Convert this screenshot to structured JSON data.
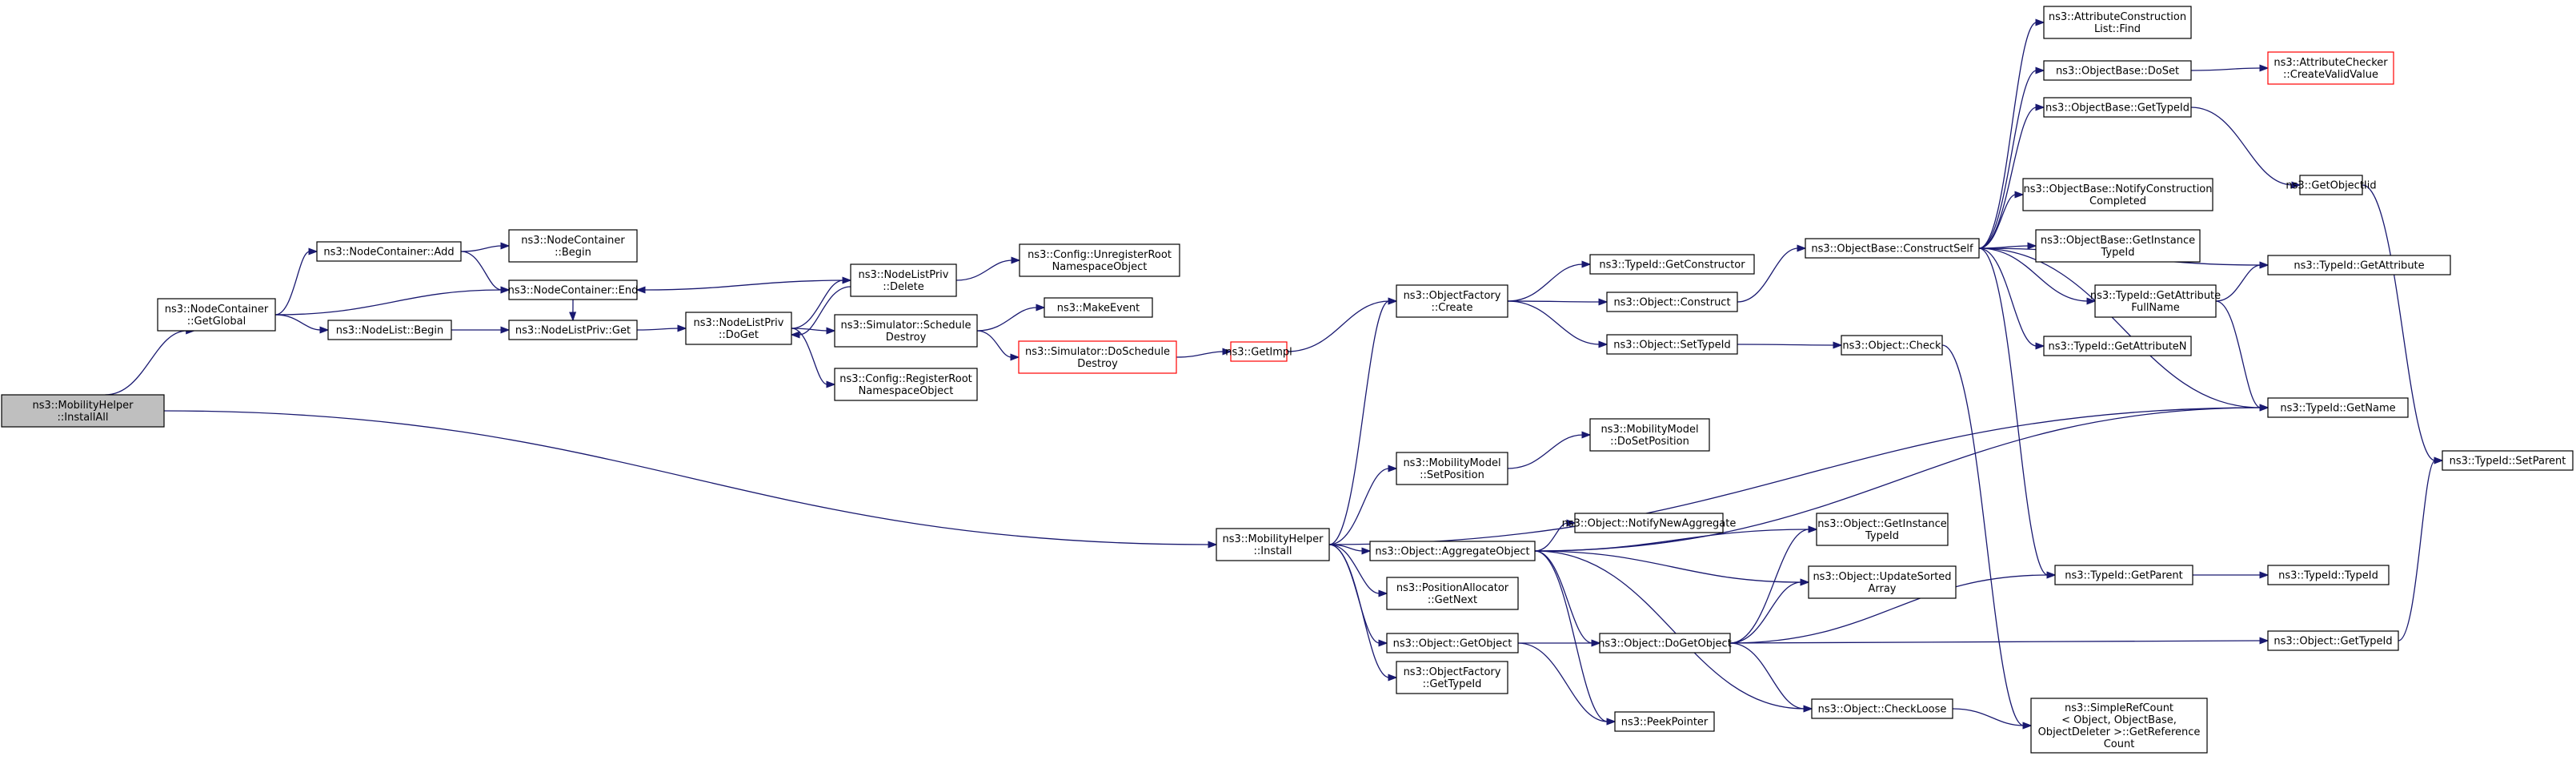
{
  "colors": {
    "edge": "#191970",
    "root_fill": "#bfbfbf",
    "truncated_border": "#ff0000",
    "border": "#000000"
  },
  "nodes": [
    {
      "id": "n0",
      "lines": [
        "ns3::MobilityHelper",
        "::InstallAll"
      ],
      "root": true
    },
    {
      "id": "n1",
      "lines": [
        "ns3::NodeContainer",
        "::GetGlobal"
      ]
    },
    {
      "id": "n2",
      "lines": [
        "ns3::NodeContainer::Add"
      ]
    },
    {
      "id": "n3",
      "lines": [
        "ns3::NodeContainer",
        "::Begin"
      ]
    },
    {
      "id": "n4",
      "lines": [
        "ns3::NodeContainer::End"
      ]
    },
    {
      "id": "n5",
      "lines": [
        "ns3::NodeList::Begin"
      ]
    },
    {
      "id": "n6",
      "lines": [
        "ns3::NodeListPriv::Get"
      ]
    },
    {
      "id": "n7",
      "lines": [
        "ns3::NodeListPriv",
        "::DoGet"
      ]
    },
    {
      "id": "n8",
      "lines": [
        "ns3::NodeListPriv",
        "::Delete"
      ]
    },
    {
      "id": "n9",
      "lines": [
        "ns3::Config::UnregisterRoot",
        "NamespaceObject"
      ]
    },
    {
      "id": "n10",
      "lines": [
        "ns3::Simulator::Schedule",
        "Destroy"
      ]
    },
    {
      "id": "n11",
      "lines": [
        "ns3::MakeEvent"
      ]
    },
    {
      "id": "n12",
      "lines": [
        "ns3::Simulator::DoSchedule",
        "Destroy"
      ],
      "truncated": true
    },
    {
      "id": "n13",
      "lines": [
        "ns3::GetImpl"
      ],
      "truncated": true
    },
    {
      "id": "n14",
      "lines": [
        "ns3::Config::RegisterRoot",
        "NamespaceObject"
      ]
    },
    {
      "id": "n15",
      "lines": [
        "ns3::MobilityHelper",
        "::Install"
      ]
    },
    {
      "id": "n16",
      "lines": [
        "ns3::ObjectFactory",
        "::Create"
      ]
    },
    {
      "id": "n17",
      "lines": [
        "ns3::TypeId::GetConstructor"
      ]
    },
    {
      "id": "n18",
      "lines": [
        "ns3::Object::Construct"
      ]
    },
    {
      "id": "n19",
      "lines": [
        "ns3::Object::SetTypeId"
      ]
    },
    {
      "id": "n20",
      "lines": [
        "ns3::ObjectBase::ConstructSelf"
      ]
    },
    {
      "id": "n21",
      "lines": [
        "ns3::Object::Check"
      ]
    },
    {
      "id": "n22",
      "lines": [
        "ns3::AttributeConstruction",
        "List::Find"
      ]
    },
    {
      "id": "n23",
      "lines": [
        "ns3::ObjectBase::DoSet"
      ]
    },
    {
      "id": "n24",
      "lines": [
        "ns3::AttributeChecker",
        "::CreateValidValue"
      ],
      "truncated": true
    },
    {
      "id": "n25",
      "lines": [
        "ns3::ObjectBase::GetTypeId"
      ]
    },
    {
      "id": "n26",
      "lines": [
        "ns3::GetObjectIid"
      ]
    },
    {
      "id": "n27",
      "lines": [
        "ns3::ObjectBase::NotifyConstruction",
        "Completed"
      ]
    },
    {
      "id": "n28",
      "lines": [
        "ns3::ObjectBase::GetInstance",
        "TypeId"
      ]
    },
    {
      "id": "n29",
      "lines": [
        "ns3::TypeId::GetAttribute",
        "FullName"
      ]
    },
    {
      "id": "n30",
      "lines": [
        "ns3::TypeId::GetAttribute"
      ]
    },
    {
      "id": "n31",
      "lines": [
        "ns3::TypeId::GetAttributeN"
      ]
    },
    {
      "id": "n32",
      "lines": [
        "ns3::TypeId::GetName"
      ]
    },
    {
      "id": "n33",
      "lines": [
        "ns3::TypeId::SetParent"
      ]
    },
    {
      "id": "n34",
      "lines": [
        "ns3::MobilityModel",
        "::SetPosition"
      ]
    },
    {
      "id": "n35",
      "lines": [
        "ns3::MobilityModel",
        "::DoSetPosition"
      ]
    },
    {
      "id": "n36",
      "lines": [
        "ns3::Object::AggregateObject"
      ]
    },
    {
      "id": "n37",
      "lines": [
        "ns3::Object::NotifyNewAggregate"
      ]
    },
    {
      "id": "n38",
      "lines": [
        "ns3::Object::GetInstance",
        "TypeId"
      ]
    },
    {
      "id": "n39",
      "lines": [
        "ns3::Object::UpdateSorted",
        "Array"
      ]
    },
    {
      "id": "n40",
      "lines": [
        "ns3::PositionAllocator",
        "::GetNext"
      ]
    },
    {
      "id": "n41",
      "lines": [
        "ns3::Object::GetObject"
      ]
    },
    {
      "id": "n42",
      "lines": [
        "ns3::Object::DoGetObject"
      ]
    },
    {
      "id": "n43",
      "lines": [
        "ns3::TypeId::GetParent"
      ]
    },
    {
      "id": "n44",
      "lines": [
        "ns3::TypeId::TypeId"
      ]
    },
    {
      "id": "n45",
      "lines": [
        "ns3::Object::GetTypeId"
      ]
    },
    {
      "id": "n46",
      "lines": [
        "ns3::ObjectFactory",
        "::GetTypeId"
      ]
    },
    {
      "id": "n47",
      "lines": [
        "ns3::PeekPointer"
      ]
    },
    {
      "id": "n48",
      "lines": [
        "ns3::Object::CheckLoose"
      ]
    },
    {
      "id": "n49",
      "lines": [
        "ns3::SimpleRefCount",
        "< Object, ObjectBase,",
        "ObjectDeleter >::GetReference",
        "Count"
      ]
    }
  ],
  "edges": [
    [
      "n0",
      "n1"
    ],
    [
      "n0",
      "n15"
    ],
    [
      "n1",
      "n2"
    ],
    [
      "n1",
      "n4"
    ],
    [
      "n1",
      "n5"
    ],
    [
      "n2",
      "n3"
    ],
    [
      "n2",
      "n4"
    ],
    [
      "n4",
      "n6"
    ],
    [
      "n5",
      "n6"
    ],
    [
      "n6",
      "n7"
    ],
    [
      "n7",
      "n8"
    ],
    [
      "n8",
      "n7"
    ],
    [
      "n8",
      "n4"
    ],
    [
      "n8",
      "n9"
    ],
    [
      "n7",
      "n10"
    ],
    [
      "n7",
      "n14"
    ],
    [
      "n10",
      "n11"
    ],
    [
      "n10",
      "n12"
    ],
    [
      "n12",
      "n13"
    ],
    [
      "n13",
      "n16"
    ],
    [
      "n15",
      "n16"
    ],
    [
      "n15",
      "n32"
    ],
    [
      "n15",
      "n34"
    ],
    [
      "n15",
      "n36"
    ],
    [
      "n15",
      "n40"
    ],
    [
      "n15",
      "n41"
    ],
    [
      "n15",
      "n46"
    ],
    [
      "n16",
      "n17"
    ],
    [
      "n16",
      "n18"
    ],
    [
      "n16",
      "n19"
    ],
    [
      "n18",
      "n20"
    ],
    [
      "n19",
      "n21"
    ],
    [
      "n20",
      "n22"
    ],
    [
      "n20",
      "n23"
    ],
    [
      "n20",
      "n25"
    ],
    [
      "n20",
      "n27"
    ],
    [
      "n20",
      "n28"
    ],
    [
      "n20",
      "n29"
    ],
    [
      "n20",
      "n30"
    ],
    [
      "n20",
      "n31"
    ],
    [
      "n20",
      "n32"
    ],
    [
      "n20",
      "n43"
    ],
    [
      "n21",
      "n49"
    ],
    [
      "n23",
      "n24"
    ],
    [
      "n25",
      "n26"
    ],
    [
      "n26",
      "n33"
    ],
    [
      "n29",
      "n30"
    ],
    [
      "n29",
      "n32"
    ],
    [
      "n34",
      "n35"
    ],
    [
      "n36",
      "n37"
    ],
    [
      "n36",
      "n38"
    ],
    [
      "n36",
      "n39"
    ],
    [
      "n36",
      "n42"
    ],
    [
      "n36",
      "n47"
    ],
    [
      "n36",
      "n48"
    ],
    [
      "n36",
      "n32"
    ],
    [
      "n41",
      "n42"
    ],
    [
      "n41",
      "n47"
    ],
    [
      "n42",
      "n38"
    ],
    [
      "n42",
      "n39"
    ],
    [
      "n42",
      "n43"
    ],
    [
      "n42",
      "n45"
    ],
    [
      "n42",
      "n48"
    ],
    [
      "n43",
      "n44"
    ],
    [
      "n45",
      "n33"
    ],
    [
      "n48",
      "n49"
    ]
  ]
}
